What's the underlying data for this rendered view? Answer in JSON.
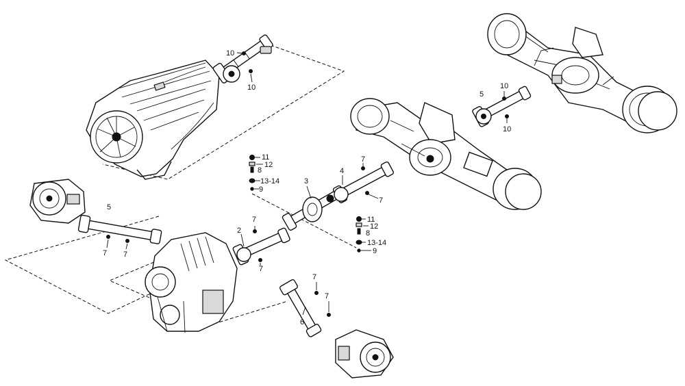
{
  "callouts": {
    "c1": "10",
    "c2": "10",
    "c3": "5",
    "c4": "10",
    "c5": "10",
    "c6": "11",
    "c7": "12",
    "c8": "8",
    "c9": "13-14",
    "c10": "9",
    "c11": "3",
    "c12": "4",
    "c13": "7",
    "c14": "7",
    "c15": "5",
    "c16": "7",
    "c17": "7",
    "c18": "2",
    "c19": "7",
    "c20": "7",
    "c21": "11",
    "c22": "12",
    "c23": "8",
    "c24": "13-14",
    "c25": "9",
    "c26": "7",
    "c27": "7",
    "c28": "6"
  }
}
